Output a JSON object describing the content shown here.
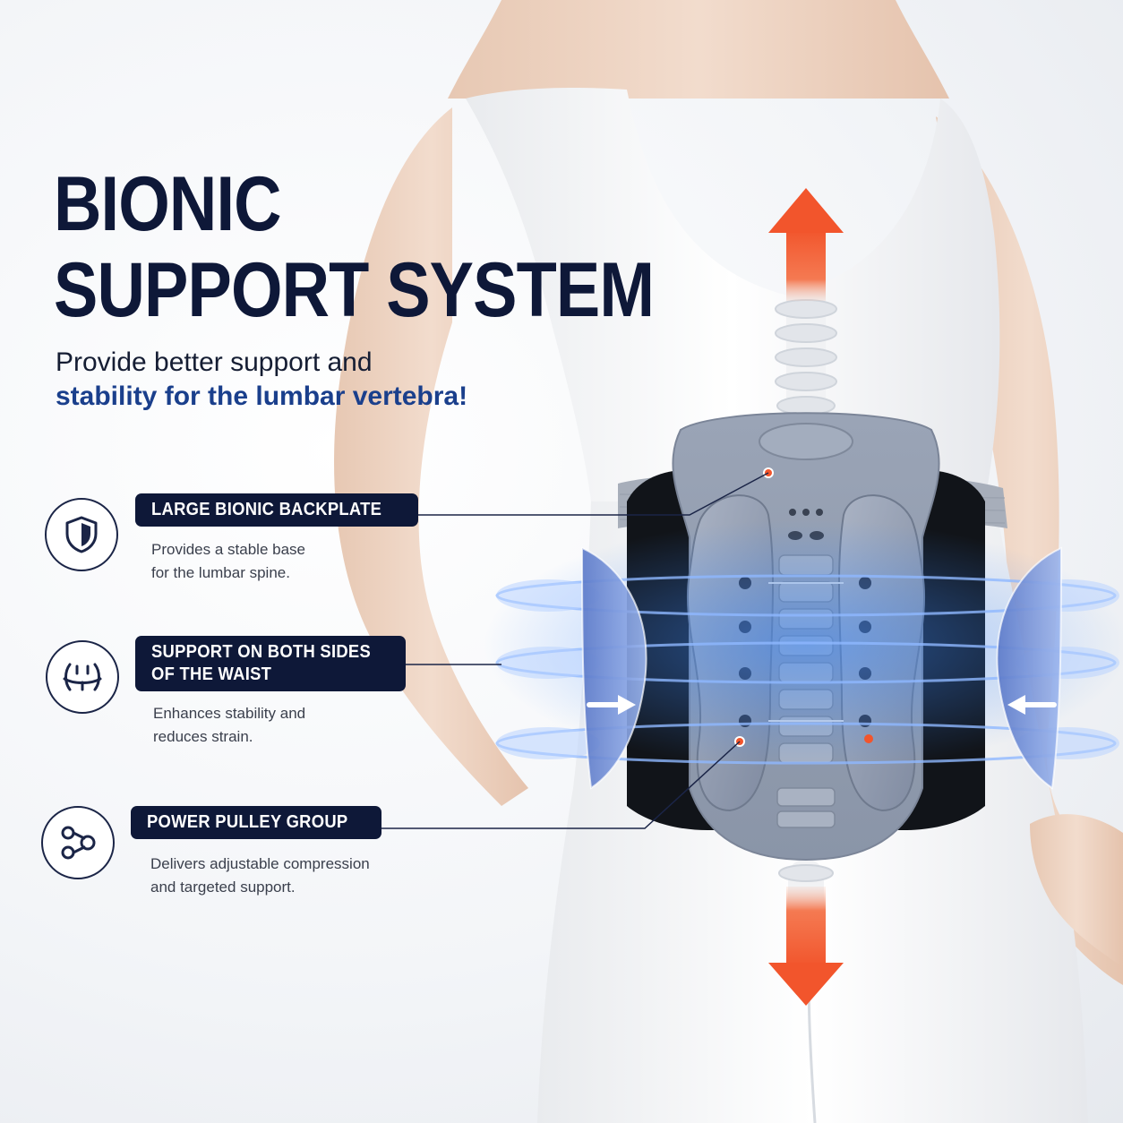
{
  "headline": {
    "line1": "BIONIC",
    "line2": "SUPPORT SYSTEM"
  },
  "subheadline": {
    "line1": "Provide better support and",
    "line2": "stability for the lumbar vertebra!"
  },
  "features": [
    {
      "icon": "shield-icon",
      "title_lines": [
        "LARGE BIONIC BACKPLATE"
      ],
      "desc_lines": [
        "Provides a stable base",
        "for the lumbar spine."
      ]
    },
    {
      "icon": "waist-support-icon",
      "title_lines": [
        "SUPPORT ON BOTH SIDES",
        "OF THE WAIST"
      ],
      "desc_lines": [
        "Enhances stability and",
        "reduces strain."
      ]
    },
    {
      "icon": "pulley-icon",
      "title_lines": [
        "POWER PULLEY GROUP"
      ],
      "desc_lines": [
        "Delivers adjustable compression",
        "and targeted support."
      ]
    }
  ],
  "colors": {
    "navy": "#0e1838",
    "accent_blue": "#1a3f8c",
    "arrow_orange": "#f2552c",
    "glow_blue": "#3f8cff",
    "brace_gray": "#8f9aad"
  }
}
